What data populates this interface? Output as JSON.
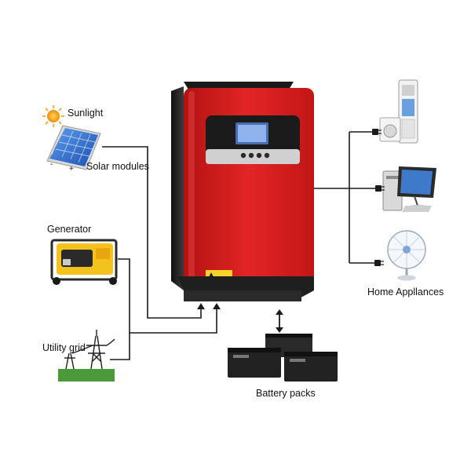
{
  "labels": {
    "sunlight": "Sunlight",
    "solar_modules": "Solar modules",
    "generator": "Generator",
    "utility_grid": "Utility grid",
    "battery_packs": "Battery packs",
    "home_appliances": "Home Appllances",
    "panel_minus": "-",
    "panel_plus": "+"
  },
  "colors": {
    "inverter_red": "#d81c1c",
    "inverter_dark": "#1f1f1f",
    "line": "#1a1a1a",
    "panel_blue": "#2f6fd6",
    "generator_yellow": "#f4c21c",
    "battery_black": "#222222",
    "grass_green": "#4a9a3a"
  },
  "icons": {
    "sun": "sun-icon",
    "solar_panel": "solar-panel-icon",
    "generator": "generator-icon",
    "pylon": "transmission-tower-icon",
    "inverter": "inverter-icon",
    "battery": "battery-icon",
    "air_conditioner": "air-conditioner-icon",
    "computer": "computer-icon",
    "fan": "fan-icon",
    "plug": "plug-icon"
  }
}
